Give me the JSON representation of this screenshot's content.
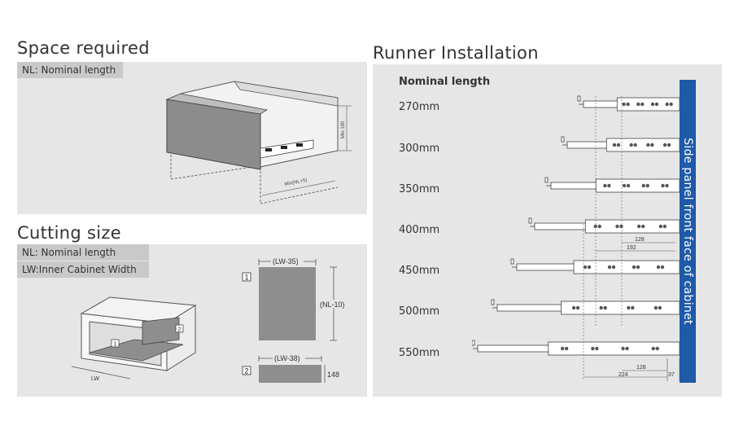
{
  "space": {
    "title": "Space required",
    "tag": "NL: Nominal length",
    "dim_height": "Min 190",
    "dim_length": "Min(NL+5)"
  },
  "cutting": {
    "title": "Cutting size",
    "tags": [
      "NL: Nominal length",
      "LW:Inner Cabinet Width"
    ],
    "lw_label": "LW",
    "part1_num": "1",
    "part2_num": "2",
    "part1_width": "(LW-35)",
    "part1_height": "(NL-10)",
    "part2_width": "(LW-38)",
    "part2_height": "148"
  },
  "runner": {
    "title": "Runner Installation",
    "header": "Nominal length",
    "sizes": [
      "270mm",
      "300mm",
      "350mm",
      "400mm",
      "450mm",
      "500mm",
      "550mm"
    ],
    "dims_400": [
      "128",
      "192"
    ],
    "dims_550": [
      "128",
      "224",
      "37"
    ],
    "side_label": "Side panel front face of cabinet",
    "bar_color": "#1e5aa8"
  }
}
